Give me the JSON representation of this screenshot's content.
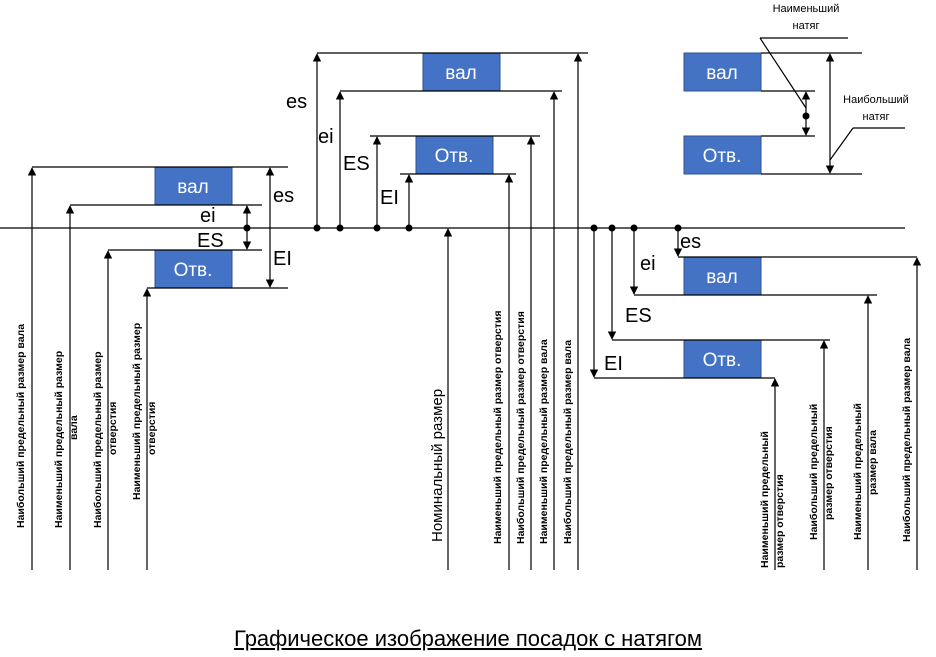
{
  "labels": {
    "shaft": "вал",
    "hole": "Отв.",
    "es": "es",
    "ei": "ei",
    "ES": "ES",
    "EI": "EI"
  },
  "dimensions": {
    "max_shaft": "Наибольший  предельный размер вала",
    "min_shaft_1": "Наименьший  предельный размер",
    "min_shaft_2": "вала",
    "max_hole_1": "Наибольший  предельный размер",
    "max_hole_2": "отверстия",
    "min_hole_1": "Наименьший  предельный размер",
    "min_hole_2": "отверстия",
    "nominal": "Номинальный размер",
    "min_hole_one": "Наименьший  предельный размер отверстия",
    "max_hole_one": "Наибольший  предельный размер отверстия",
    "min_shaft_one": "Наименьший  предельный размер вала",
    "max_shaft_one": "Наибольший  предельный размер вала",
    "r_min_hole_1": "Наименьший  предельный",
    "r_min_hole_2": "размер отверстия",
    "r_max_hole_1": "Наибольший  предельный",
    "r_max_hole_2": "размер отверстия",
    "r_min_shaft_1": "Наименьший  предельный",
    "r_min_shaft_2": "размер вала",
    "r_max_shaft": "Наибольший  предельный размер вала"
  },
  "interference": {
    "min_1": "Наименьший",
    "min_2": "натяг",
    "max_1": "Наибольший",
    "max_2": "натяг"
  },
  "caption": "Графическое изображение посадок с натягом"
}
